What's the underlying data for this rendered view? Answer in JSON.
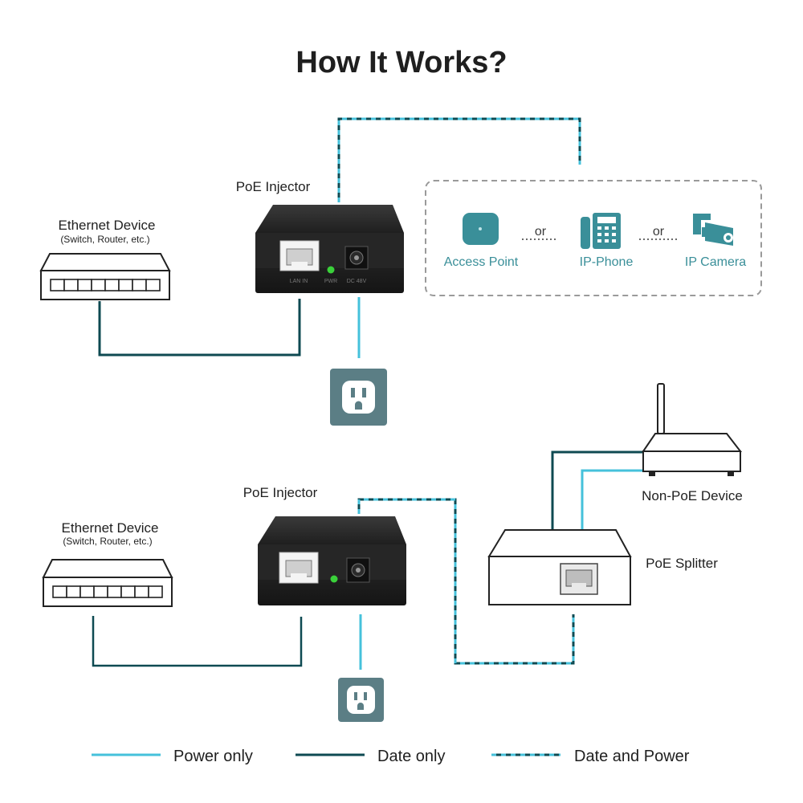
{
  "title": "How It Works?",
  "top": {
    "injector_label": "PoE Injector",
    "ethernet_label": "Ethernet Device",
    "ethernet_sub": "(Switch, Router, etc.)",
    "port_label_lan": "LAN IN",
    "port_label_pwr": "PWR",
    "port_label_dc": "DC 48V",
    "devices": {
      "access_point": "Access Point",
      "ip_phone": "IP-Phone",
      "ip_camera": "IP Camera",
      "or_1": "or",
      "or_2": "or"
    }
  },
  "bottom": {
    "injector_label": "PoE Injector",
    "ethernet_label": "Ethernet Device",
    "ethernet_sub": "(Switch, Router, etc.)",
    "non_poe_label": "Non-PoE Device",
    "splitter_label": "PoE Splitter"
  },
  "legend": {
    "power_only": "Power only",
    "data_only": "Date only",
    "data_and_power": "Date and Power"
  },
  "colors": {
    "power": "#45c1db",
    "data": "#0e4a52",
    "data_power": "#2a7f98",
    "outlet": "#5b7e85",
    "device_icon": "#3a8f99",
    "injector": "#2a2a2a"
  }
}
